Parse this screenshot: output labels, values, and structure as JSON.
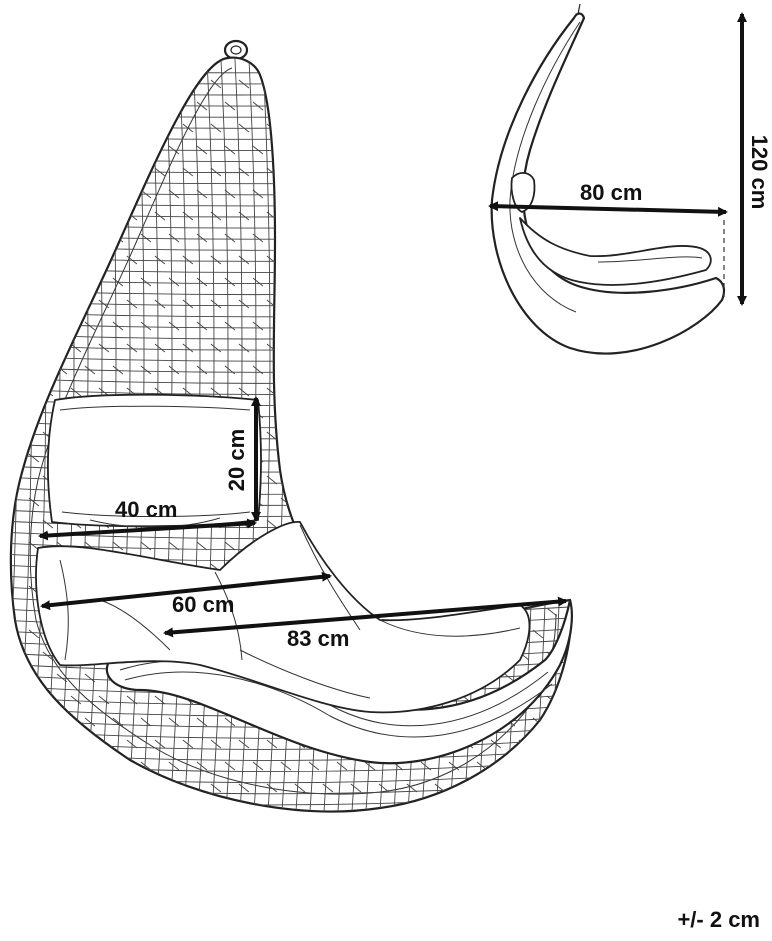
{
  "dimensions": {
    "width_seat": "40 cm",
    "height_backrest": "20 cm",
    "width_mid": "60 cm",
    "width_full": "83 cm",
    "side_depth": "80 cm",
    "side_height": "120 cm"
  },
  "tolerance": "+/- 2 cm",
  "colors": {
    "ink": "#111111",
    "background": "#ffffff"
  }
}
